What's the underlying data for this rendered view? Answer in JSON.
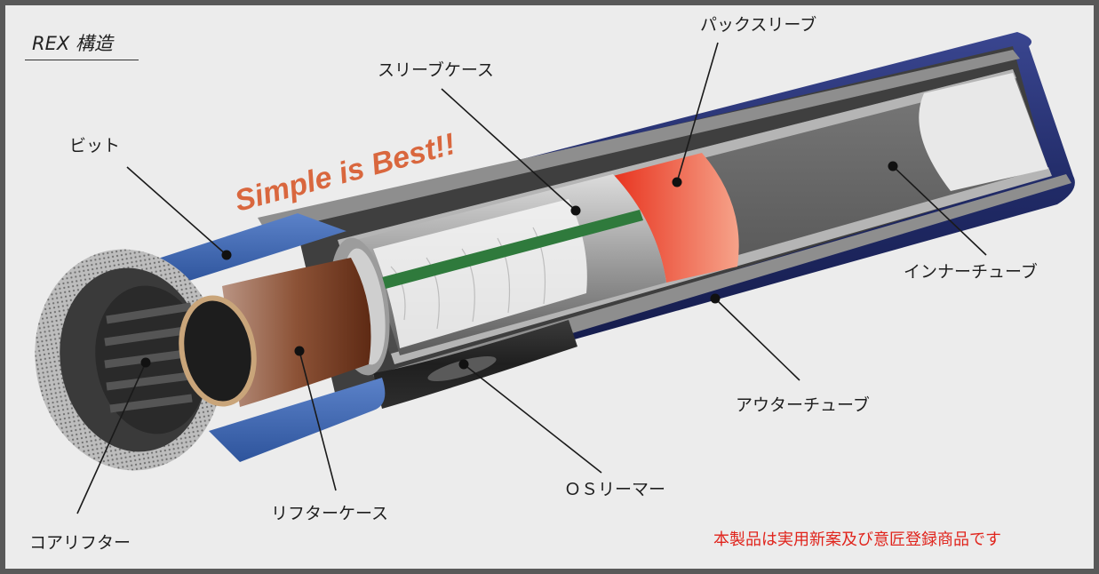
{
  "title": "REX 構造",
  "slogan": "Simple is Best!!",
  "labels": {
    "bit": "ビット",
    "sleeve_case": "スリーブケース",
    "pack_sleeve": "パックスリーブ",
    "inner_tube": "インナーチューブ",
    "outer_tube": "アウターチューブ",
    "os_reamer": "ＯＳリーマー",
    "lifter_case": "リフターケース",
    "core_lifter": "コアリフター"
  },
  "note": "本製品は実用新案及び意匠登録商品です",
  "colors": {
    "outer_tube": "#26306e",
    "bit": "#3d64b0",
    "pack_sleeve": "#f0502e",
    "lifter_case": "#8a4d32",
    "note": "#e0241c",
    "slogan": "#d9673e"
  }
}
